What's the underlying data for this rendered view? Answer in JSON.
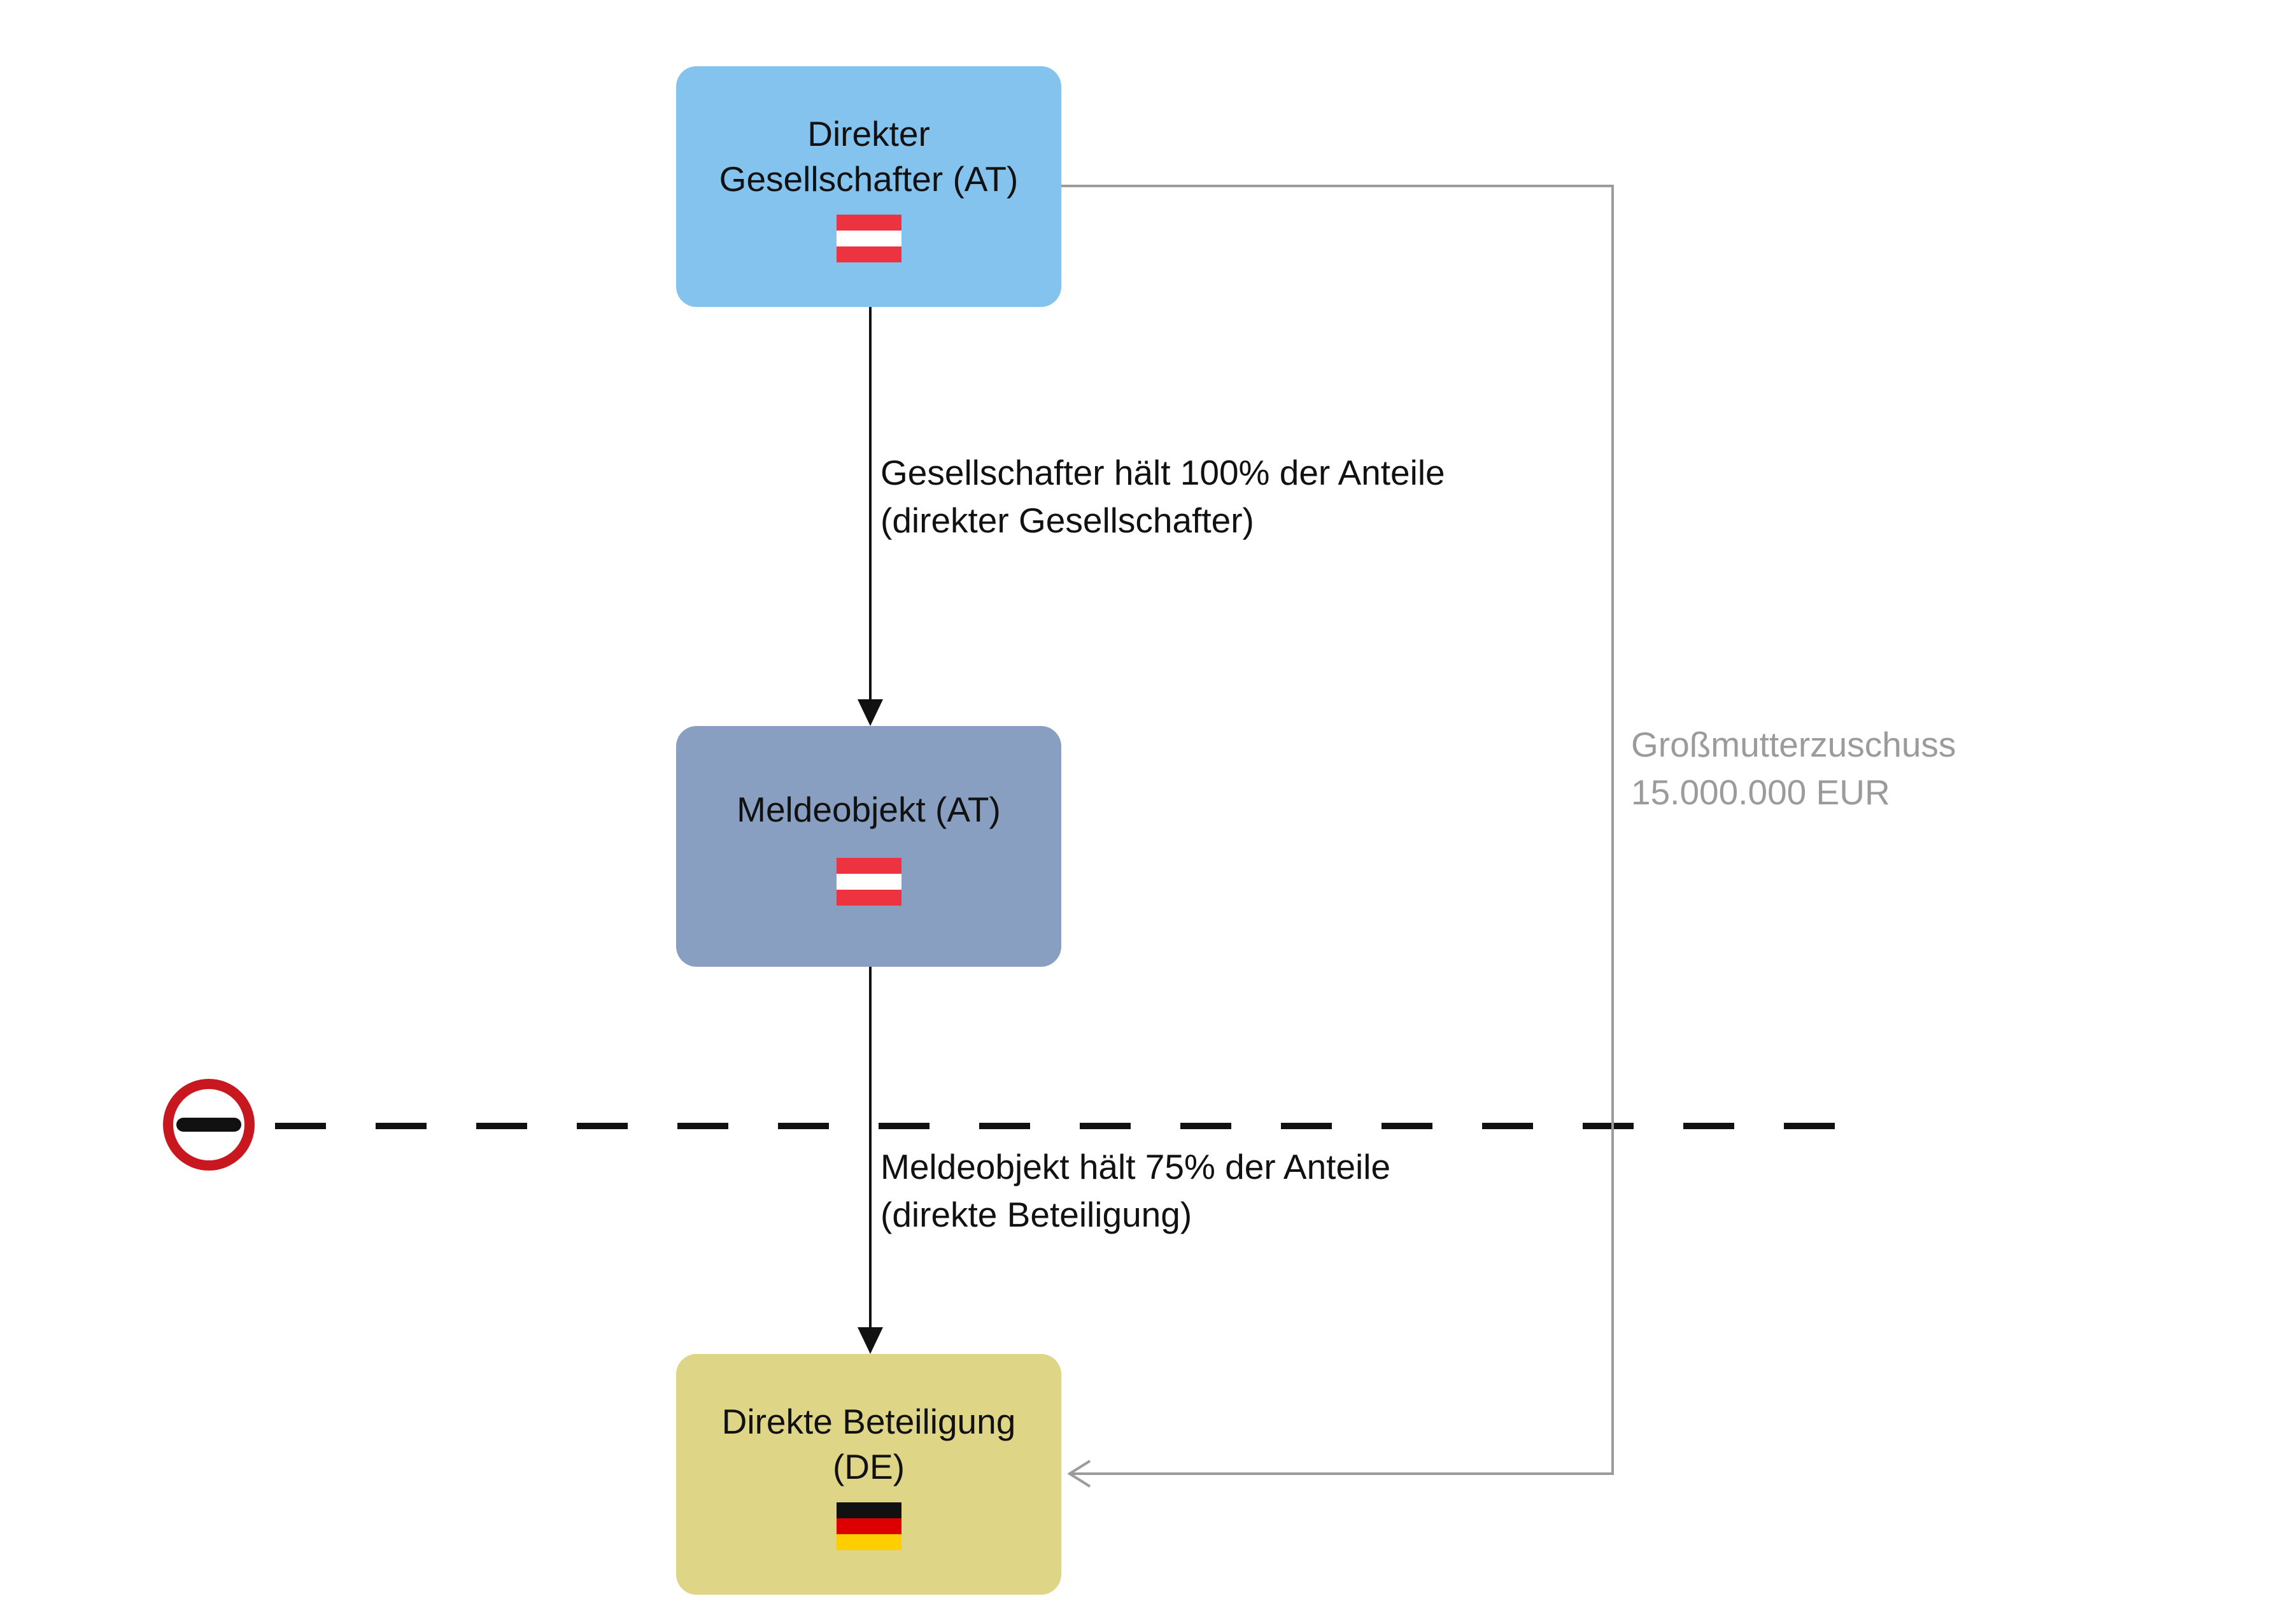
{
  "nodes": [
    {
      "id": "direkter-gesellschafter",
      "label": "Direkter\nGesellschafter (AT)",
      "fill": "#85c3ef",
      "flag": "austria-flag-icon"
    },
    {
      "id": "meldeobjekt",
      "label": "Meldeobjekt (AT)",
      "fill": "#889fc1",
      "flag": "austria-flag-icon"
    },
    {
      "id": "direkte-beteiligung",
      "label": "Direkte Beteiligung\n(DE)",
      "fill": "#dfd586",
      "flag": "germany-flag-icon"
    }
  ],
  "edges": [
    {
      "from": "direkter-gesellschafter",
      "to": "meldeobjekt",
      "label": "Gesellschafter hält 100% der Anteile\n(direkter Gesellschafter)",
      "color": "#111111"
    },
    {
      "from": "meldeobjekt",
      "to": "direkte-beteiligung",
      "label": "Meldeobjekt hält 75% der Anteile\n(direkte Beteiligung)",
      "color": "#111111"
    },
    {
      "from": "direkter-gesellschafter",
      "to": "direkte-beteiligung",
      "label": "Großmutterzuschuss\n15.000.000 EUR",
      "color": "#9b9b9b"
    }
  ],
  "flags": {
    "austria": [
      "#ee3340",
      "#ffffff",
      "#ee3340"
    ],
    "germany": [
      "#111111",
      "#dd0000",
      "#ffce00"
    ]
  },
  "border_icon": {
    "icon": "border-crossing-icon",
    "ring_color": "#c8171e",
    "bar_color": "#111111"
  },
  "border_line": {
    "style": "dashed",
    "color": "#111111"
  }
}
